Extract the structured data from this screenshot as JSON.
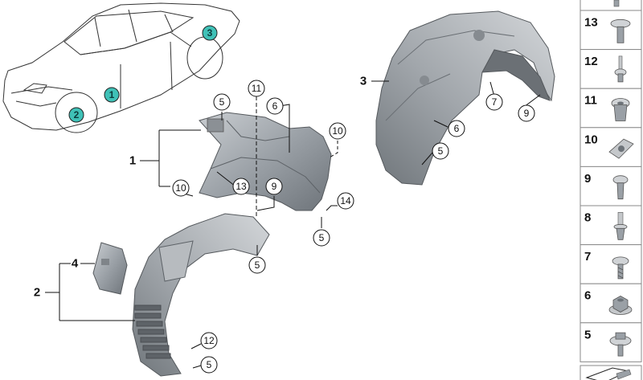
{
  "colors": {
    "accent_teal": "#3fc1b7",
    "part_gray": "#9aa0a6",
    "part_dark": "#6d7379",
    "line": "#111111",
    "cell_border": "#8a8a8a"
  },
  "car_locators": [
    "1",
    "2",
    "3"
  ],
  "group_labels": [
    "1",
    "2",
    "3",
    "4"
  ],
  "callouts": [
    "5",
    "6",
    "11",
    "10",
    "10",
    "13",
    "9",
    "14",
    "5",
    "5",
    "12",
    "5",
    "7",
    "9",
    "6",
    "5"
  ],
  "sidebar": {
    "items": [
      {
        "num": "13",
        "icon": "push-rivet-icon"
      },
      {
        "num": "12",
        "icon": "spread-rivet-icon"
      },
      {
        "num": "11",
        "icon": "grommet-nut-icon"
      },
      {
        "num": "10",
        "icon": "clip-nut-icon"
      },
      {
        "num": "9",
        "icon": "expanding-rivet-icon"
      },
      {
        "num": "8",
        "icon": "spreader-rivet-icon"
      },
      {
        "num": "7",
        "icon": "screw-icon"
      },
      {
        "num": "6",
        "icon": "hex-nut-icon"
      },
      {
        "num": "5",
        "icon": "collar-screw-icon"
      }
    ]
  }
}
